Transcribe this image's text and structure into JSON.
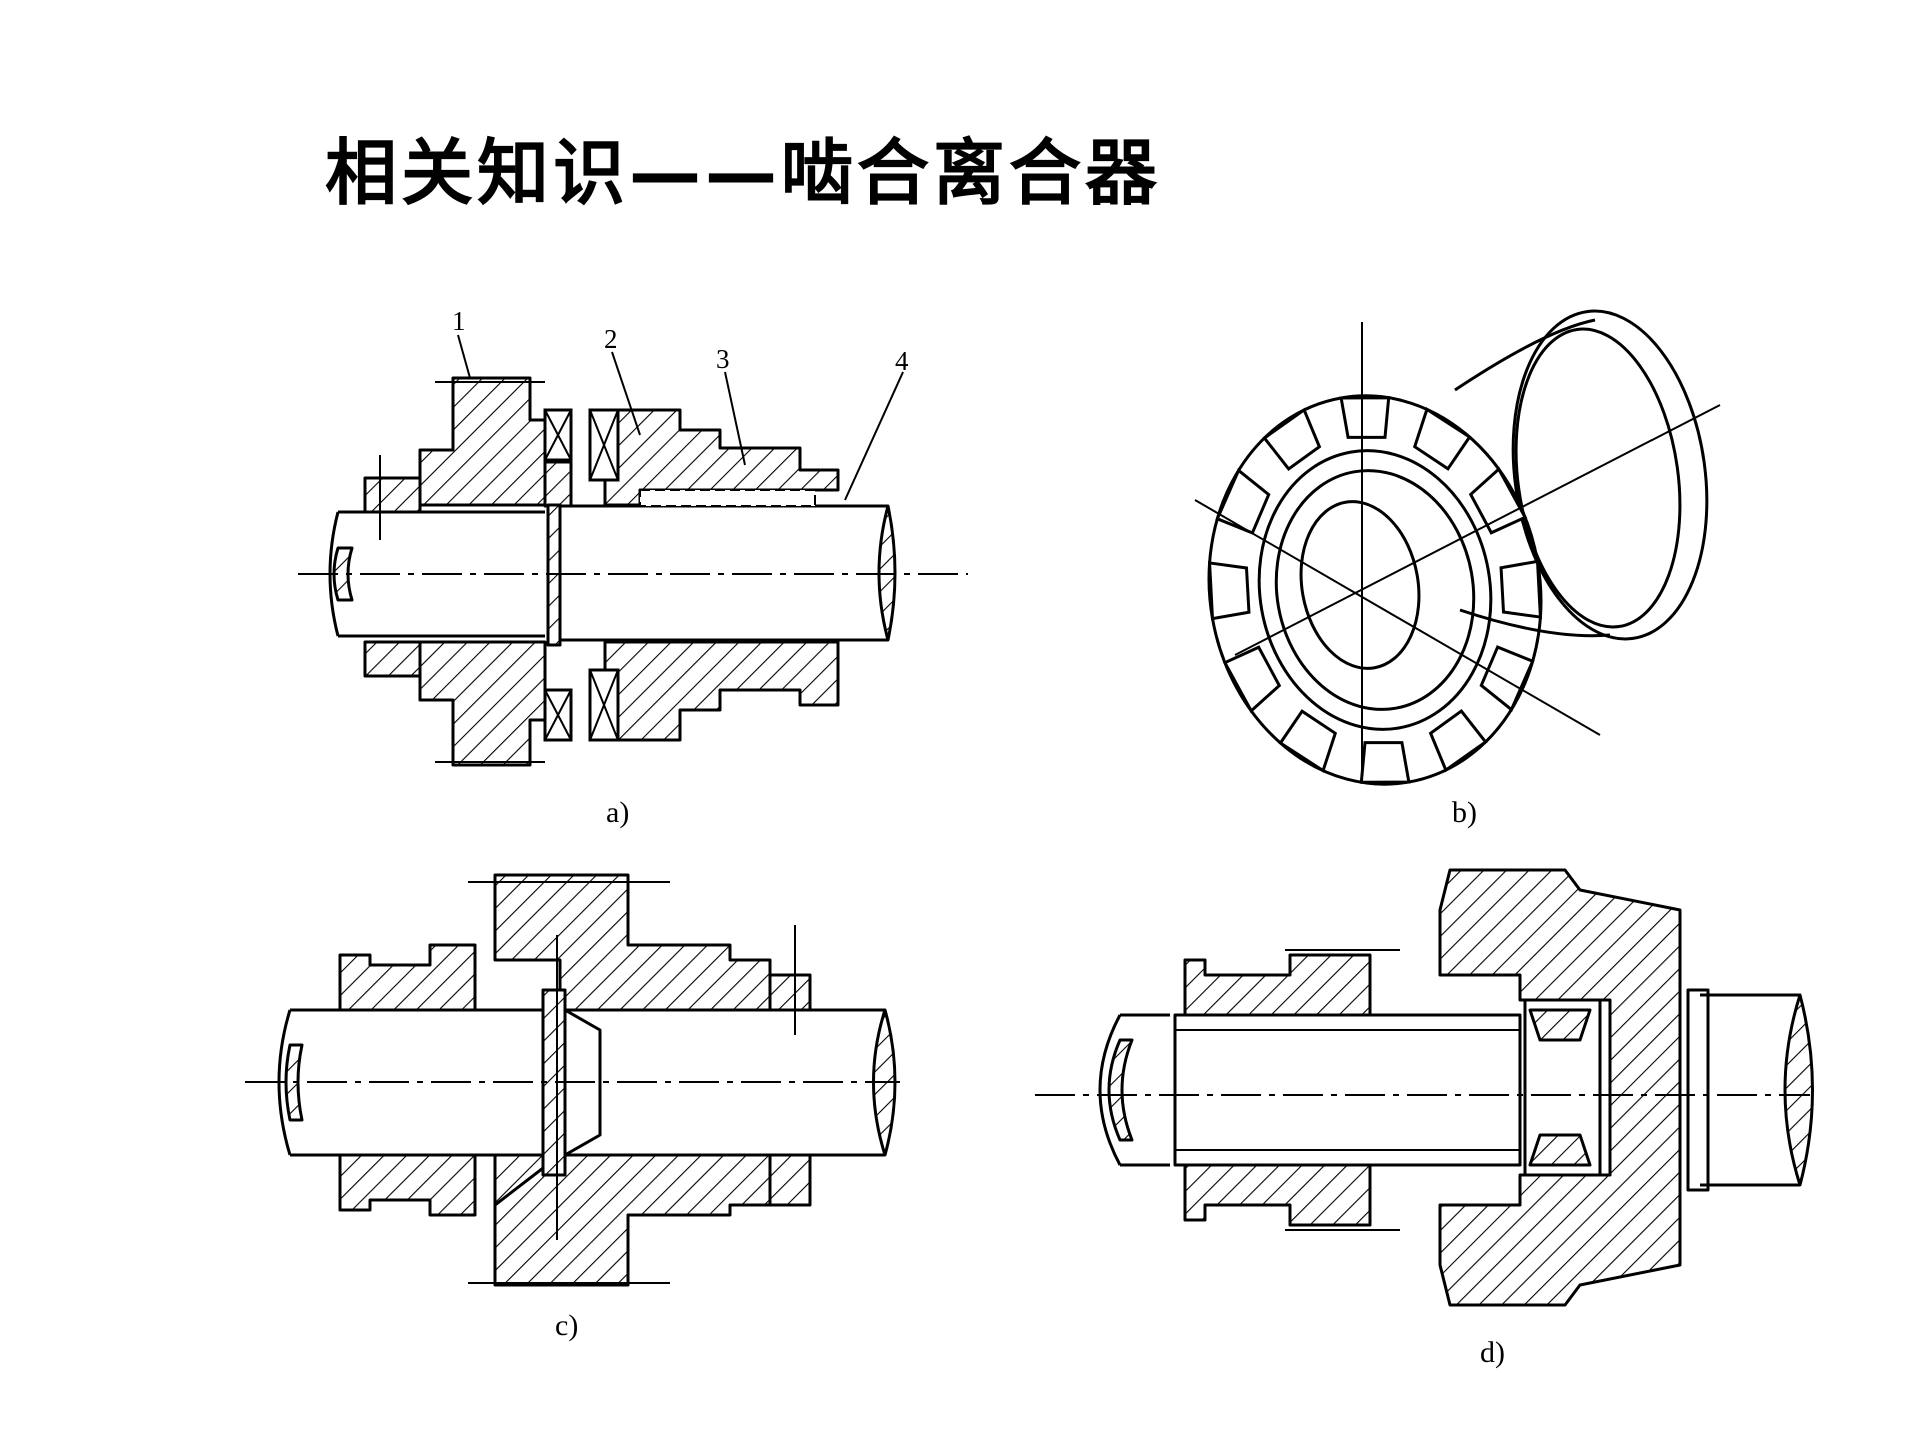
{
  "title": "相关知识——啮合离合器",
  "figures": {
    "a": {
      "caption": "a)",
      "part_labels": [
        "1",
        "2",
        "3",
        "4"
      ]
    },
    "b": {
      "caption": "b)"
    },
    "c": {
      "caption": "c)"
    },
    "d": {
      "caption": "d)"
    }
  }
}
